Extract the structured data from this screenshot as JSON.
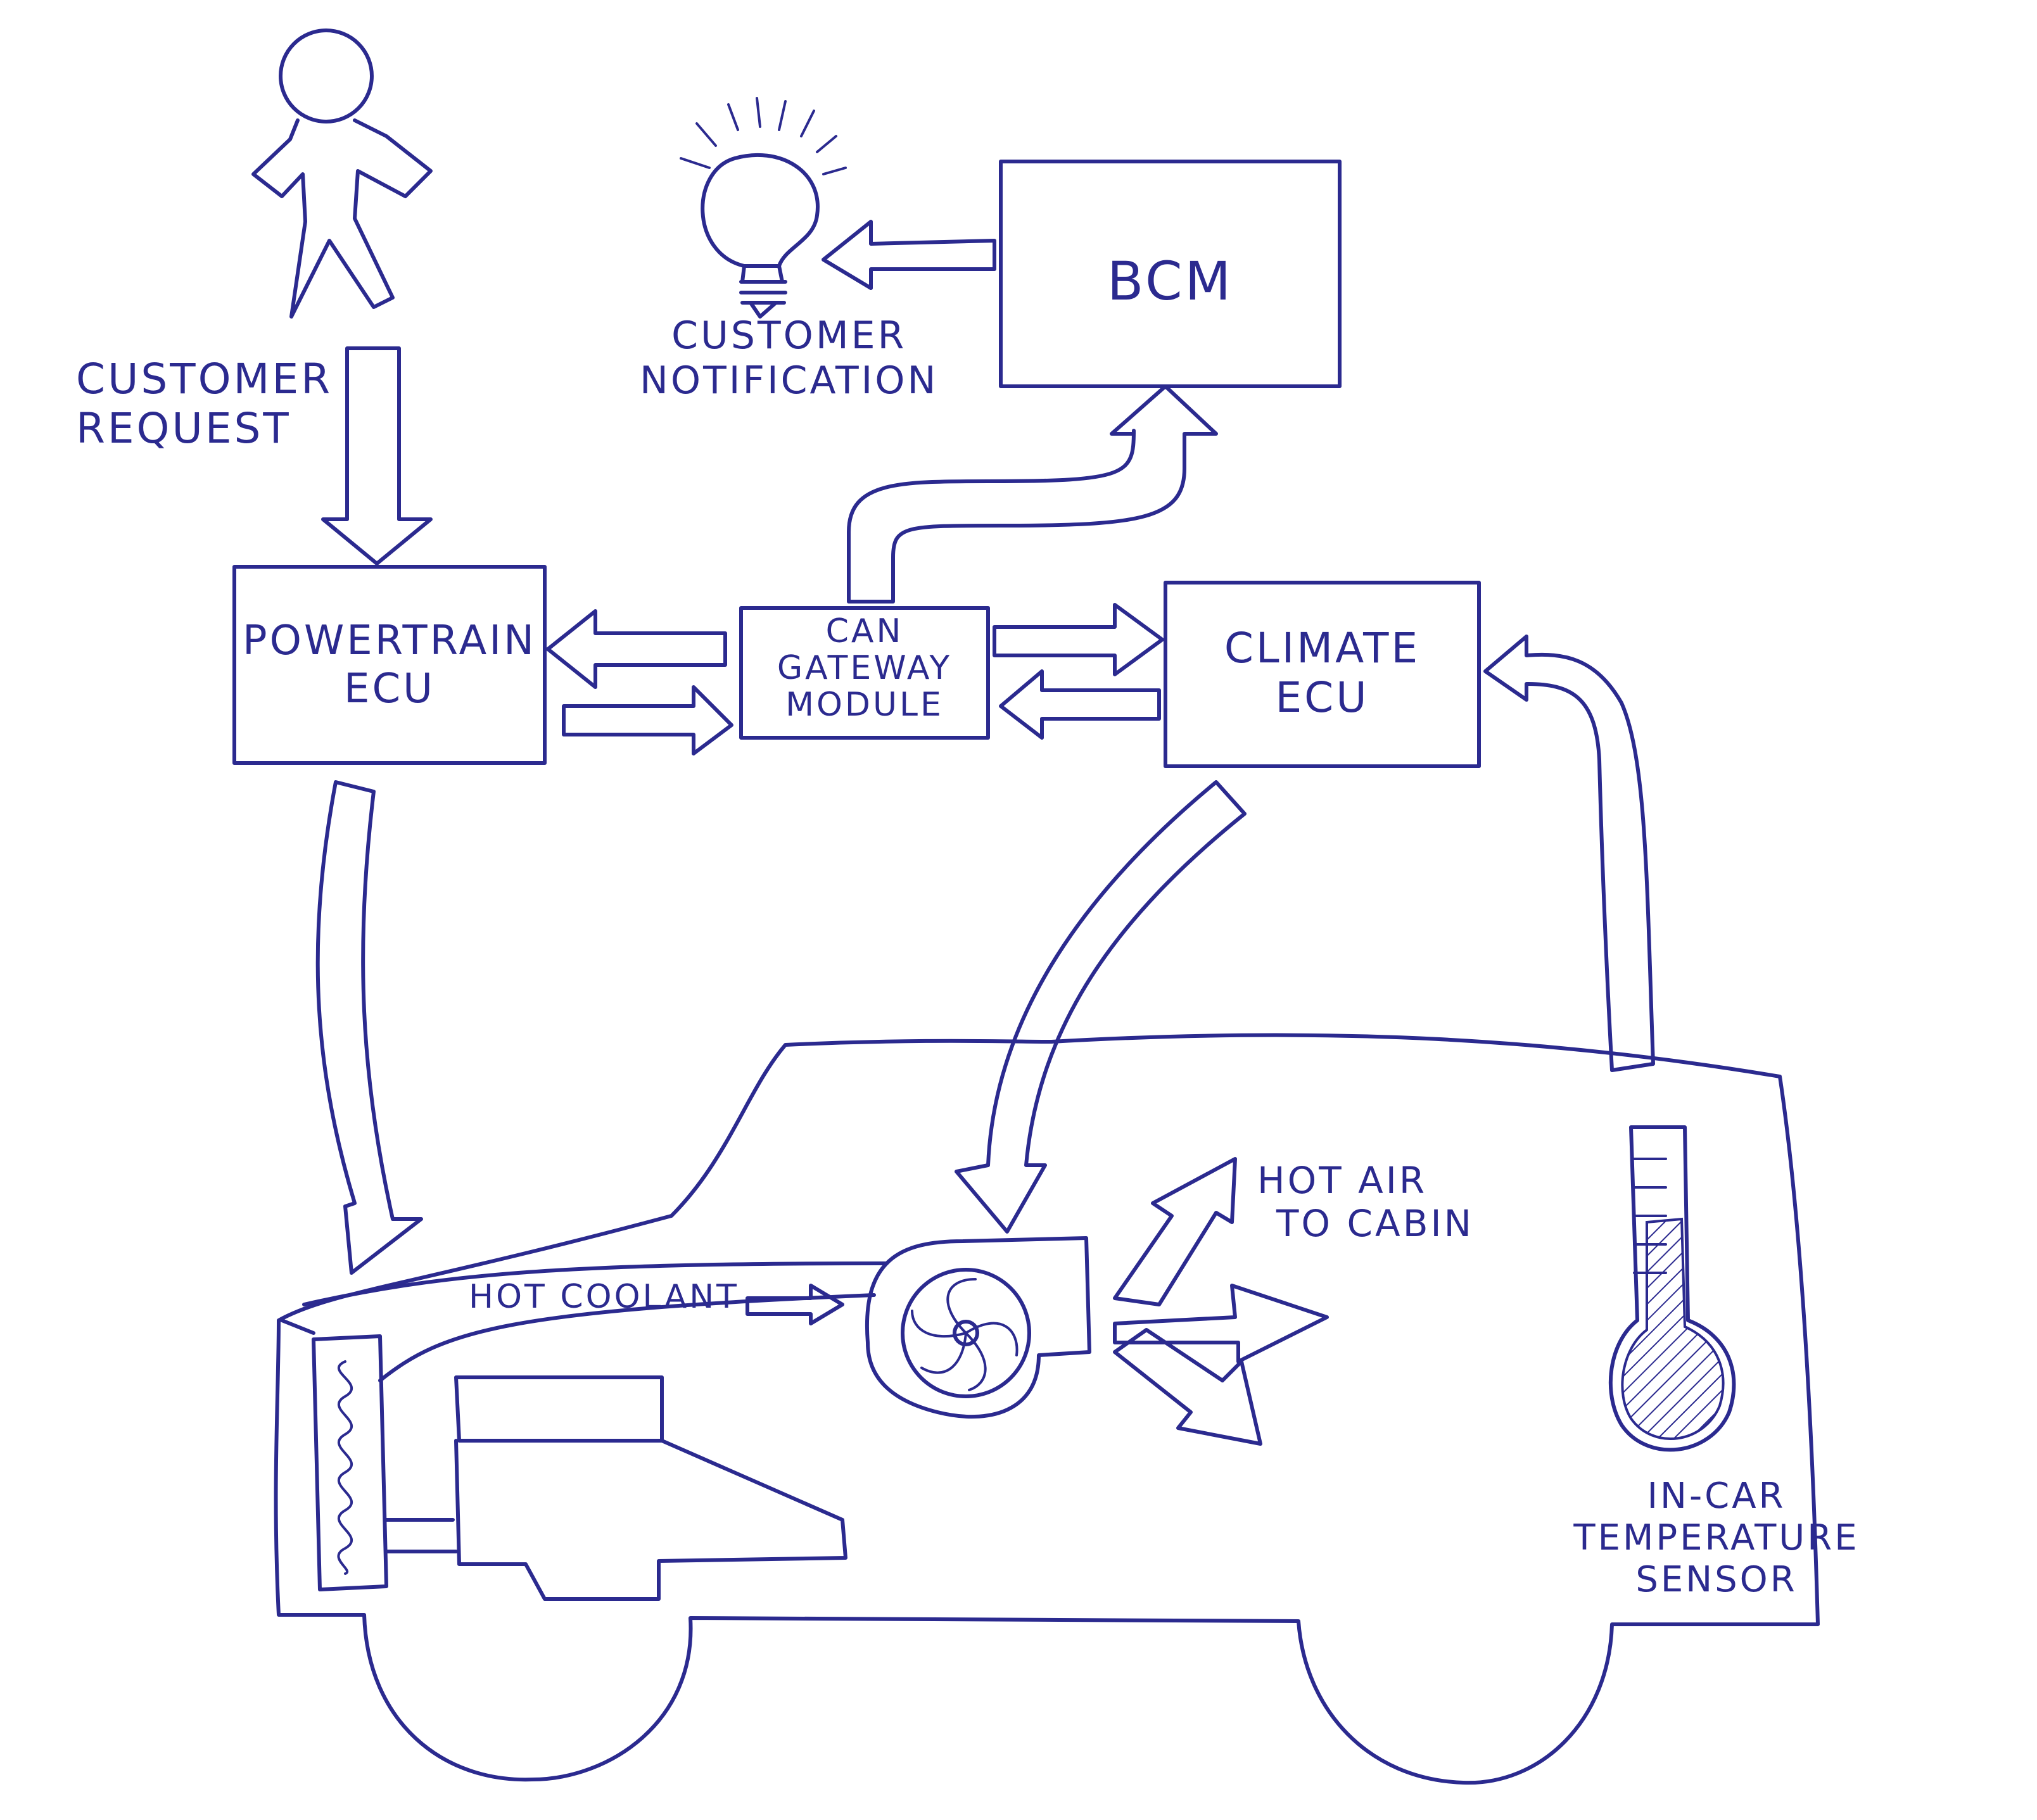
{
  "labels": {
    "customer_request": [
      "CUSTOMER",
      "REQUEST"
    ],
    "customer_notification": [
      "CUSTOMER",
      "NOTIFICATION"
    ],
    "bcm": "BCM",
    "powertrain_ecu": [
      "POWERTRAIN",
      "ECU"
    ],
    "can_gateway": [
      "CAN",
      "GATEWAY",
      "MODULE"
    ],
    "climate_ecu": [
      "CLIMATE",
      "ECU"
    ],
    "hot_coolant": "HOT COOLANT",
    "hot_air": [
      "HOT AIR",
      "TO CABIN"
    ],
    "sensor": [
      "IN-CAR",
      "TEMPERATURE",
      "SENSOR"
    ]
  },
  "colors": {
    "ink": "#2b2a8f",
    "paper": "#ffffff"
  },
  "icons": [
    "person-icon",
    "lightbulb-icon",
    "fan-icon",
    "thermometer-icon",
    "radiator-icon",
    "engine-icon",
    "car-outline"
  ]
}
